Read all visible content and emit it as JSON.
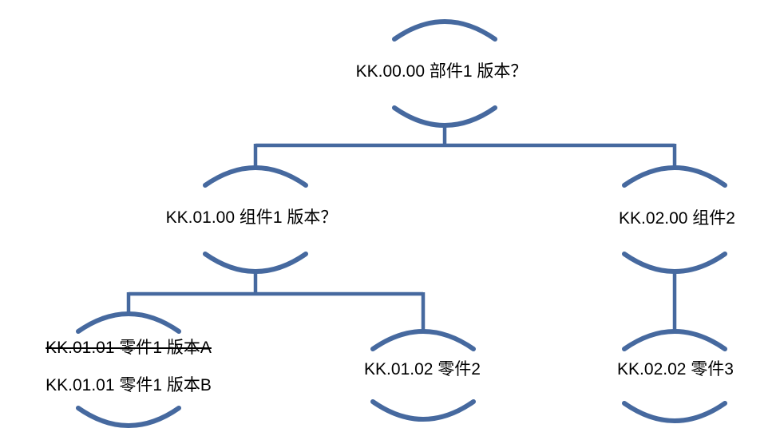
{
  "diagram": {
    "type": "tree",
    "background_color": "#FFFFFF",
    "line_color": "#46699F",
    "text_color": "#000000",
    "nodes": {
      "root": {
        "label": "KK.00.00 部件1 版本？",
        "strikethrough": false
      },
      "component1": {
        "label": "KK.01.00 组件1 版本？",
        "strikethrough": false
      },
      "component2": {
        "label": "KK.02.00 组件2",
        "strikethrough": false
      },
      "part1_version_a": {
        "label": "KK.01.01 零件1 版本A",
        "strikethrough": true
      },
      "part1_version_b": {
        "label": "KK.01.01 零件1 版本B",
        "strikethrough": false
      },
      "part2": {
        "label": "KK.01.02 零件2",
        "strikethrough": false
      },
      "part3": {
        "label": "KK.02.02 零件3",
        "strikethrough": false
      }
    },
    "edges": [
      {
        "from": "KK.00.00 部件1 版本？",
        "to": "KK.01.00 组件1 版本？"
      },
      {
        "from": "KK.00.00 部件1 版本？",
        "to": "KK.02.00 组件2"
      },
      {
        "from": "KK.01.00 组件1 版本？",
        "to": "KK.01.01 零件1 版本A / 版本B"
      },
      {
        "from": "KK.01.00 组件1 版本？",
        "to": "KK.01.02 零件2"
      },
      {
        "from": "KK.02.00 组件2",
        "to": "KK.02.02 零件3"
      }
    ]
  }
}
